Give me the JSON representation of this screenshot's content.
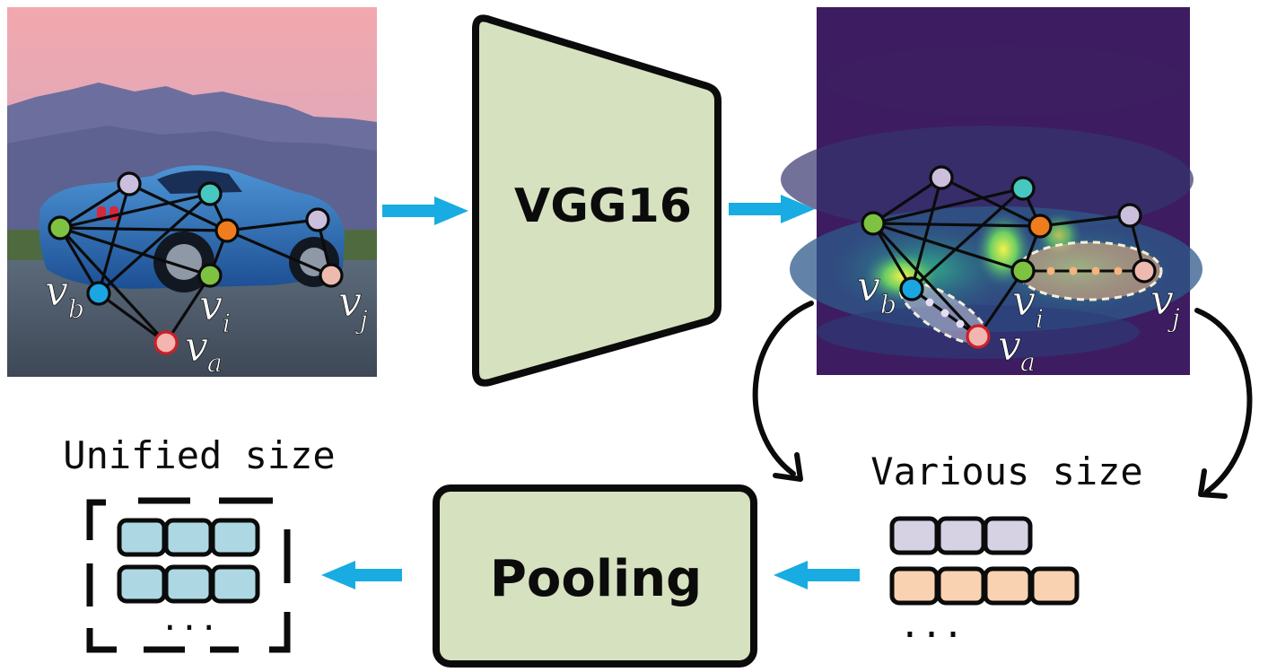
{
  "blocks": {
    "vgg_label": "VGG16",
    "pooling_label": "Pooling"
  },
  "captions": {
    "unified": "Unified size",
    "various": "Various size",
    "ellipsis_unified": "...",
    "ellipsis_various": "..."
  },
  "nodes": {
    "vb": {
      "base": "v",
      "sub": "b"
    },
    "vi": {
      "base": "v",
      "sub": "i"
    },
    "vj": {
      "base": "v",
      "sub": "j"
    },
    "va": {
      "base": "v",
      "sub": "a"
    }
  },
  "colors": {
    "arrow": "#18ace3",
    "block_fill": "#d6e1bf",
    "block_stroke": "#0b0b0b",
    "unified_cell": "#add8e3",
    "various_cell_top": "#d6d2e3",
    "various_cell_bottom": "#f9d2b2",
    "node_green": "#7ec242",
    "node_teal": "#46c7c0",
    "node_orange": "#f07d1d",
    "node_lavender": "#cbbfdd",
    "node_pink": "#edbab0",
    "node_blue": "#1aa6e3",
    "node_red_ring": "#cc1f26",
    "node_red_fill": "#f3b5b0"
  },
  "icons": {
    "input_image": "car-photo-with-graph",
    "heatmap": "feature-heatmap-with-graph"
  }
}
